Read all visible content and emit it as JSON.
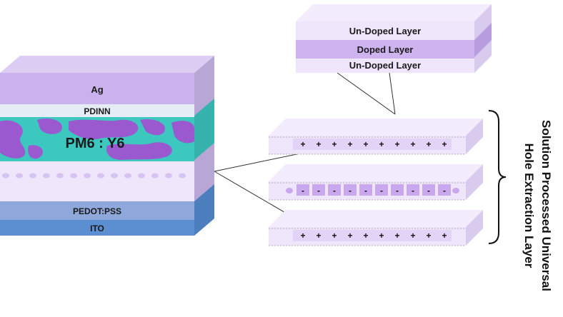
{
  "stack": {
    "layers": [
      {
        "id": "ag",
        "label": "Ag",
        "color": "#cbb2ec"
      },
      {
        "id": "pdinn",
        "label": "PDINN",
        "color": "#e8eef7"
      },
      {
        "id": "active",
        "label": "PM6 : Y6",
        "color": "#3cc7bf",
        "accent": "#9b59d0"
      },
      {
        "id": "htl",
        "label": "",
        "color": "#efe6fb"
      },
      {
        "id": "pedot",
        "label": "PEDOT:PSS",
        "color": "#8fa8dc"
      },
      {
        "id": "ito",
        "label": "ITO",
        "color": "#5b8fd1"
      }
    ]
  },
  "detail_stack": {
    "top": {
      "label": "Un-Doped Layer"
    },
    "middle": {
      "label": "Doped Layer"
    },
    "bottom": {
      "label": "Un-Doped Layer"
    }
  },
  "charge_layers": {
    "top": {
      "symbol": "+",
      "count": 10
    },
    "middle": {
      "symbol": "-",
      "count": 10
    },
    "bottom": {
      "symbol": "+",
      "count": 10
    }
  },
  "brace_label": {
    "line1": "Solution Processed Universal",
    "line2": "Hole Extraction Layer"
  },
  "colors": {
    "lavender_light": "#efe6fb",
    "lavender_mid": "#d6c3f2",
    "purple_dark": "#9a76cf",
    "cell_purple": "#c9a8ee"
  }
}
